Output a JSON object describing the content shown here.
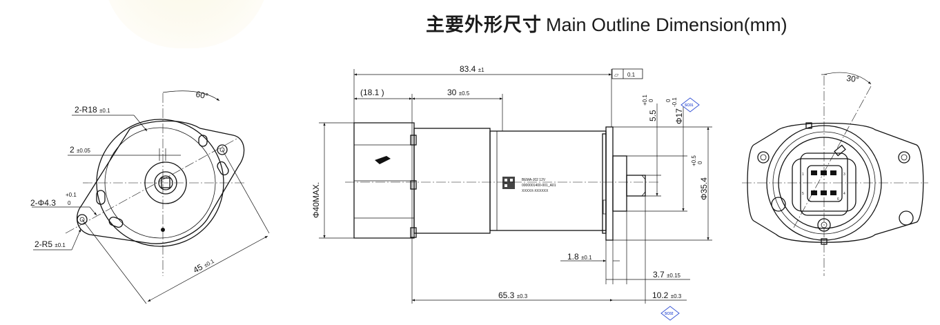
{
  "title": {
    "zh": "主要外形尺寸",
    "en": "Main Outline Dimension(mm)"
  },
  "left_view": {
    "angle": "60°",
    "r18_base": "2-R18",
    "r18_tol": "±0.1",
    "w2_base": "2",
    "w2_tol": "±0.05",
    "phi_base": "2-Φ4.3",
    "phi_tol_up": "+0.1",
    "phi_tol_low": "0",
    "r5_base": "2-R5",
    "r5_tol": "±0.1",
    "pitch_base": "45",
    "pitch_tol": "±0.1"
  },
  "side_view": {
    "overall_base": "83.4",
    "overall_tol": "±1",
    "flatness_symbol": "⏥",
    "flatness_value": "0.1",
    "left_paren": "(18.1 )",
    "body_base": "30",
    "body_tol": "±0.5",
    "shaft_dia_base": "5.5",
    "shaft_tol_up": "+0.1",
    "shaft_tol_low": "0",
    "boss_dia_base": "Φ17",
    "boss_tol_up": "0",
    "boss_tol_low": "-0.1",
    "badge1": "SC01",
    "max_dia": "Φ40MAX.",
    "flange_dia_base": "Φ35.4",
    "flange_tol_up": "+0.5",
    "flange_tol_low": "0",
    "d18_base": "1.8",
    "d18_tol": "±0.1",
    "d37_base": "3.7",
    "d37_tol": "±0.15",
    "d653_base": "65.3",
    "d653_tol": "±0.3",
    "d102_base": "10.2",
    "d102_tol": "±0.3",
    "badge2": "SC02",
    "label_line1": "BEMA-J02 12V",
    "label_line2": "0000001400-001_A01",
    "label_line3": "XXXXX-XXXXXX"
  },
  "right_view": {
    "angle": "30°",
    "pin_1": "1",
    "pin_3": "3",
    "pin_4": "4",
    "pin_5": "5",
    "pin_6": "6"
  }
}
